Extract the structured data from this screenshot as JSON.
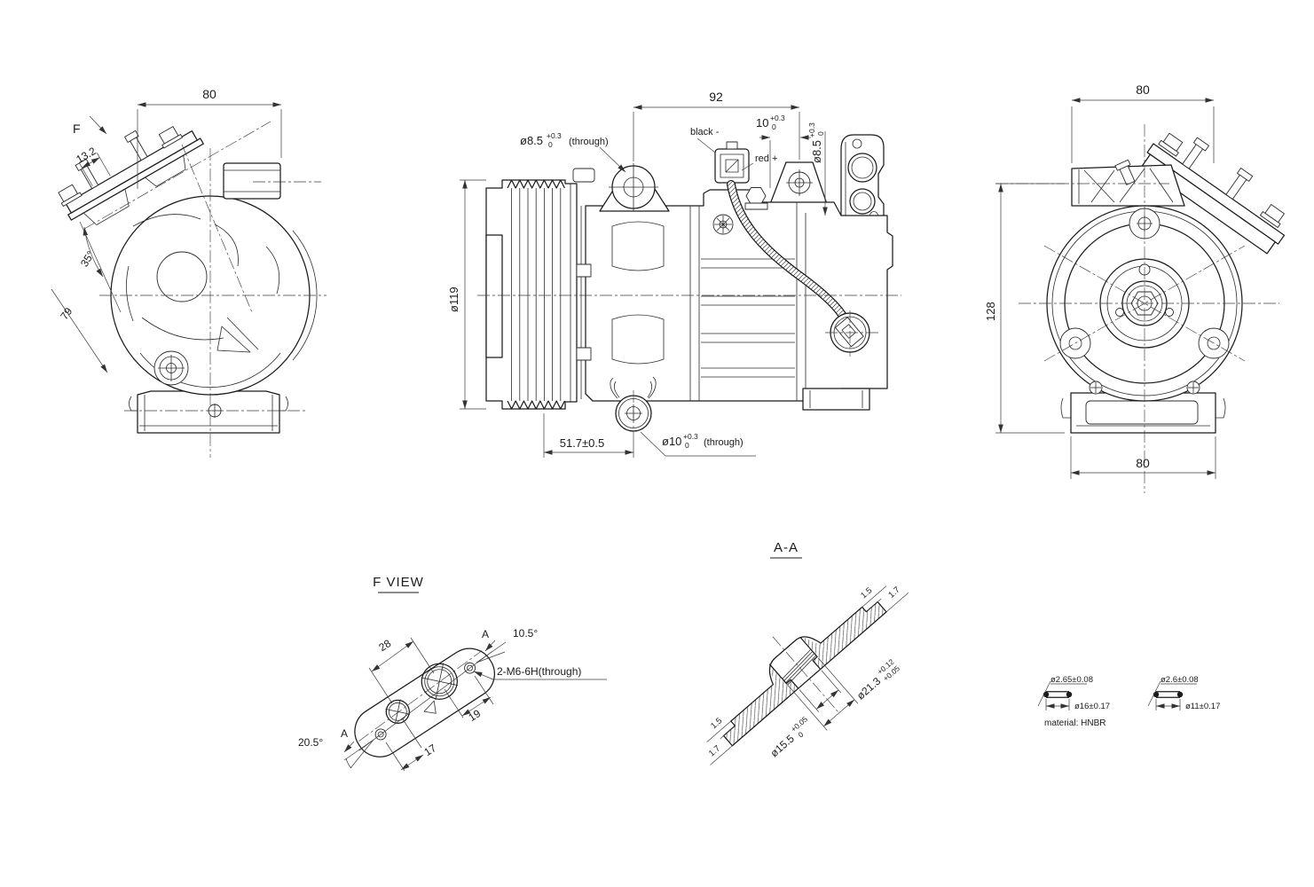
{
  "drawing_type": "compressor-engineering-drawing",
  "views": {
    "left": {
      "f_label": "F",
      "dim_width": "80",
      "dim_offset": "13.2",
      "dim_angle": "35°",
      "dim_span": "79"
    },
    "middle": {
      "dim_width": "92",
      "hole_top": {
        "dia": "ø8.5",
        "tol_up": "+0.3",
        "tol_dn": "0",
        "note": "(through)"
      },
      "wire_neg": "black -",
      "wire_pos": "red +",
      "dim_ear": {
        "val": "10",
        "tol_up": "+0.3",
        "tol_dn": "0"
      },
      "hole_rear": {
        "dia": "ø8.5",
        "tol_up": "+0.3",
        "tol_dn": "0"
      },
      "dim_pulley_dia": "ø119",
      "dim_foot": "51.7±0.5",
      "hole_bottom": {
        "dia": "ø10",
        "tol_up": "+0.3",
        "tol_dn": "0",
        "note": "(through)"
      }
    },
    "right": {
      "dim_width_top": "80",
      "dim_height": "128",
      "dim_width_bottom": "80"
    },
    "f_view": {
      "title": "F VIEW",
      "dim_spacing": "28",
      "dim_angle_top": "10.5°",
      "thread_note": "2-M6-6H(through)",
      "dim_19": "19",
      "dim_17": "17",
      "dim_angle_bottom": "20.5°",
      "mark_top": "A",
      "mark_bottom": "A"
    },
    "section_aa": {
      "title": "A-A",
      "t15_top": "1.5",
      "t17_top": "1.7",
      "t15_bottom": "1.5",
      "t17_bottom": "1.7",
      "bore_large": {
        "dia": "ø21.3",
        "tol_up": "+0.12",
        "tol_dn": "+0.05"
      },
      "bore_small": {
        "dia": "ø15.5",
        "tol_up": "+0.05",
        "tol_dn": "0"
      }
    },
    "orings": {
      "large": {
        "cs_dia": "ø2.65±0.08",
        "ring_dia": "ø16±0.17"
      },
      "small": {
        "cs_dia": "ø2.6±0.08",
        "ring_dia": "ø11±0.17"
      },
      "material_note": "material: HNBR"
    }
  }
}
